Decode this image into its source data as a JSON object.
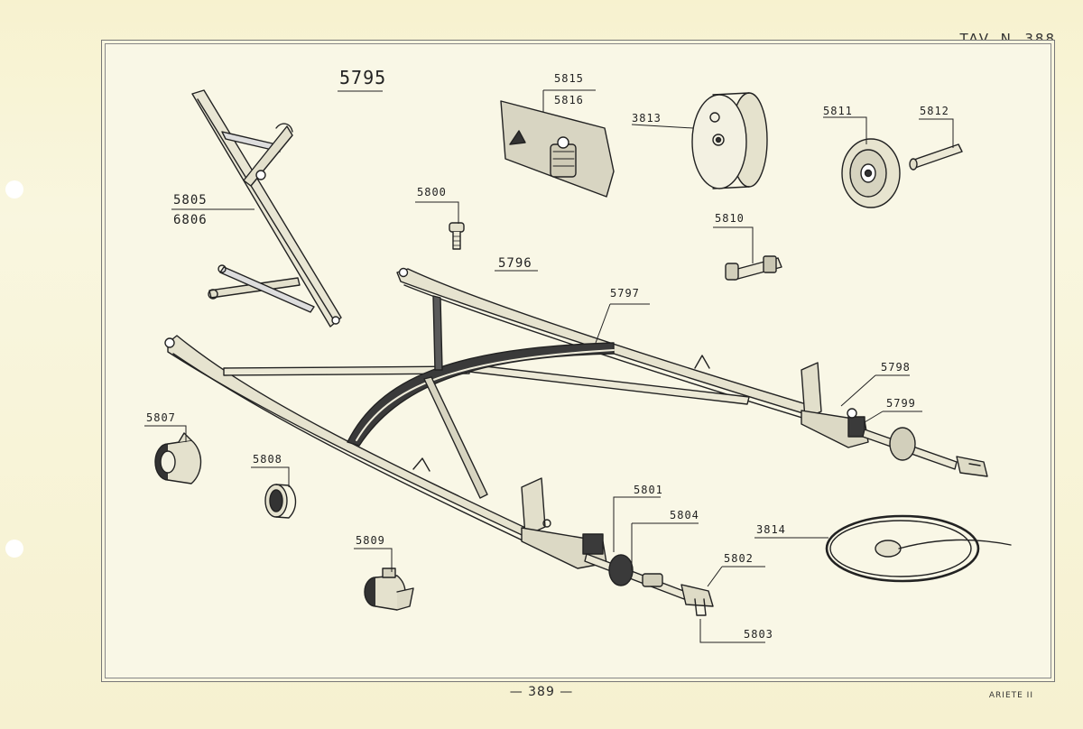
{
  "plate": {
    "title": "TAV. N. 388",
    "page_number": "— 389 —",
    "model": "ARIETE II"
  },
  "labels": {
    "5795": "5795",
    "5796": "5796",
    "5797": "5797",
    "5798": "5798",
    "5799": "5799",
    "5800": "5800",
    "5801": "5801",
    "5802": "5802",
    "5803": "5803",
    "5804": "5804",
    "5805": "5805",
    "6806": "6806",
    "5807": "5807",
    "5808": "5808",
    "5809": "5809",
    "5810": "5810",
    "5811": "5811",
    "5812": "5812",
    "5815": "5815",
    "5816": "5816",
    "3813": "3813",
    "3814": "3814"
  }
}
